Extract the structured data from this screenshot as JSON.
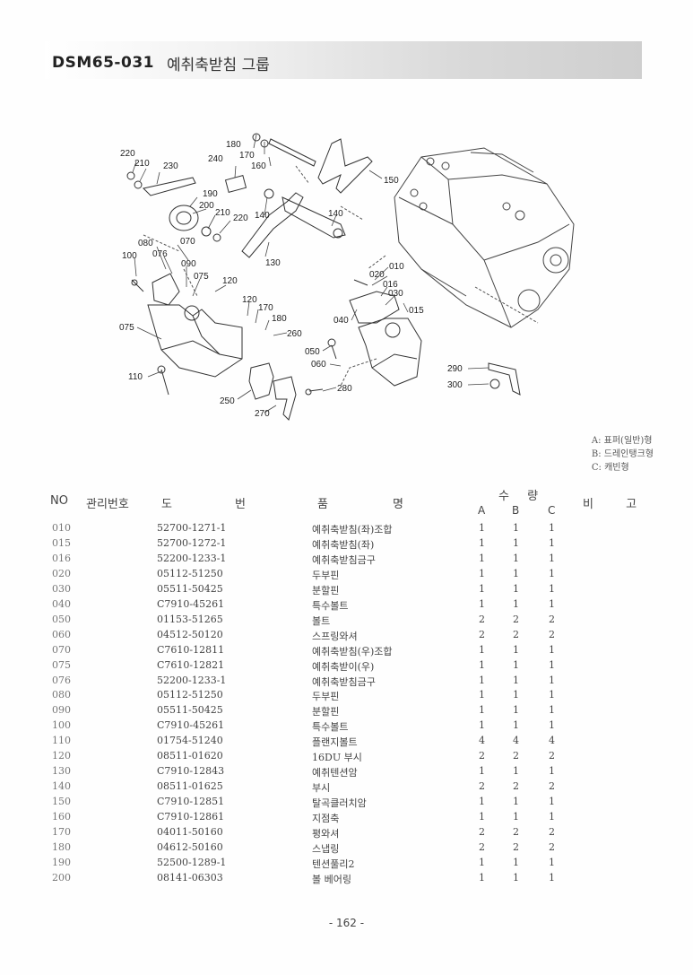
{
  "header": {
    "code": "DSM65-031",
    "title": "예취축받침 그룹"
  },
  "diagram": {
    "callouts": [
      "220",
      "210",
      "230",
      "240",
      "180",
      "170",
      "160",
      "150",
      "190",
      "200",
      "210",
      "220",
      "140",
      "140",
      "080",
      "070",
      "076",
      "100",
      "090",
      "075",
      "130",
      "010",
      "020",
      "016",
      "030",
      "015",
      "120",
      "170",
      "180",
      "260",
      "075",
      "040",
      "050",
      "060",
      "110",
      "290",
      "300",
      "250",
      "270",
      "280"
    ]
  },
  "legend": [
    "A: 표퍼(일반)형",
    "B: 드레인탱크형",
    "C: 캐빈형"
  ],
  "table": {
    "headers": {
      "no": "NO",
      "mgmt": "관리번호",
      "drawing1": "도",
      "drawing2": "번",
      "name1": "품",
      "name2": "명",
      "qty": "수 량",
      "remark": "비 고"
    },
    "sub": {
      "a": "A",
      "b": "B",
      "c": "C"
    },
    "rows": [
      {
        "no": "010",
        "pn": "52700-1271-1",
        "name": "예취축받침(좌)조합",
        "a": "1",
        "b": "1",
        "c": "1"
      },
      {
        "no": "015",
        "pn": "52700-1272-1",
        "name": "예취축받침(좌)",
        "a": "1",
        "b": "1",
        "c": "1"
      },
      {
        "no": "016",
        "pn": "52200-1233-1",
        "name": "예취축받침금구",
        "a": "1",
        "b": "1",
        "c": "1"
      },
      {
        "no": "020",
        "pn": "05112-51250",
        "name": "두부핀",
        "a": "1",
        "b": "1",
        "c": "1"
      },
      {
        "no": "030",
        "pn": "05511-50425",
        "name": "분할핀",
        "a": "1",
        "b": "1",
        "c": "1"
      },
      {
        "no": "040",
        "pn": "C7910-45261",
        "name": "특수볼트",
        "a": "1",
        "b": "1",
        "c": "1"
      },
      {
        "no": "050",
        "pn": "01153-51265",
        "name": "볼트",
        "a": "2",
        "b": "2",
        "c": "2"
      },
      {
        "no": "060",
        "pn": "04512-50120",
        "name": "스프링와셔",
        "a": "2",
        "b": "2",
        "c": "2"
      },
      {
        "no": "070",
        "pn": "C7610-12811",
        "name": "예취축받침(우)조합",
        "a": "1",
        "b": "1",
        "c": "1"
      },
      {
        "no": "075",
        "pn": "C7610-12821",
        "name": "예취축받이(우)",
        "a": "1",
        "b": "1",
        "c": "1"
      },
      {
        "no": "076",
        "pn": "52200-1233-1",
        "name": "예취축받침금구",
        "a": "1",
        "b": "1",
        "c": "1"
      },
      {
        "no": "080",
        "pn": "05112-51250",
        "name": "두부핀",
        "a": "1",
        "b": "1",
        "c": "1"
      },
      {
        "no": "090",
        "pn": "05511-50425",
        "name": "분할핀",
        "a": "1",
        "b": "1",
        "c": "1"
      },
      {
        "no": "100",
        "pn": "C7910-45261",
        "name": "특수볼트",
        "a": "1",
        "b": "1",
        "c": "1"
      },
      {
        "no": "110",
        "pn": "01754-51240",
        "name": "플랜지볼트",
        "a": "4",
        "b": "4",
        "c": "4"
      },
      {
        "no": "120",
        "pn": "08511-01620",
        "name": "16DU 부시",
        "a": "2",
        "b": "2",
        "c": "2"
      },
      {
        "no": "130",
        "pn": "C7910-12843",
        "name": "예취텐션암",
        "a": "1",
        "b": "1",
        "c": "1"
      },
      {
        "no": "140",
        "pn": "08511-01625",
        "name": "부시",
        "a": "2",
        "b": "2",
        "c": "2"
      },
      {
        "no": "150",
        "pn": "C7910-12851",
        "name": "탈곡클러치암",
        "a": "1",
        "b": "1",
        "c": "1"
      },
      {
        "no": "160",
        "pn": "C7910-12861",
        "name": "지점축",
        "a": "1",
        "b": "1",
        "c": "1"
      },
      {
        "no": "170",
        "pn": "04011-50160",
        "name": "평와셔",
        "a": "2",
        "b": "2",
        "c": "2"
      },
      {
        "no": "180",
        "pn": "04612-50160",
        "name": "스냅링",
        "a": "2",
        "b": "2",
        "c": "2"
      },
      {
        "no": "190",
        "pn": "52500-1289-1",
        "name": "텐션풀리2",
        "a": "1",
        "b": "1",
        "c": "1"
      },
      {
        "no": "200",
        "pn": "08141-06303",
        "name": "볼 베어링",
        "a": "1",
        "b": "1",
        "c": "1"
      }
    ]
  },
  "footer": {
    "page": "- 162 -"
  }
}
